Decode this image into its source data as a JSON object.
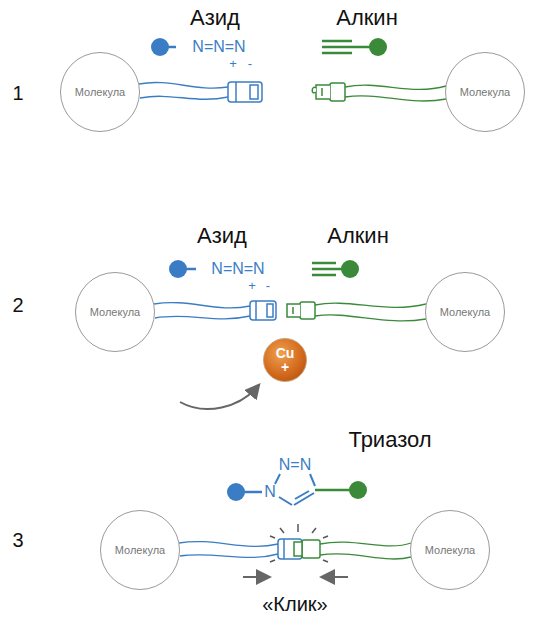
{
  "diagram": {
    "nodes": [
      {
        "text": [
          "Молекула"
        ]
      },
      {
        "text": [
          "Молекула"
        ]
      },
      {
        "text": [
          "Молекула"
        ]
      },
      {
        "text": [
          "Молекула"
        ]
      },
      {
        "text": [
          "Cu",
          "+"
        ]
      },
      {
        "text": [
          "Молекула"
        ]
      },
      {
        "text": [
          "Молекула"
        ]
      }
    ],
    "labels": [
      "1",
      "Азид",
      "Алкин",
      "N=N=N",
      "+",
      "-",
      "2",
      "Азид",
      "Алкин",
      "N=N=N",
      "+",
      "-",
      "3",
      "Триазол",
      "N=N",
      "N",
      "«Клик»"
    ]
  }
}
